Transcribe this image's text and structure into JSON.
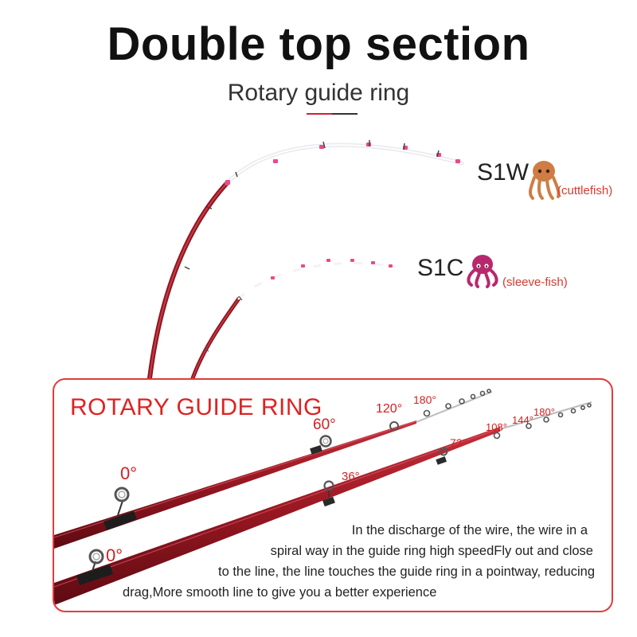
{
  "header": {
    "title": "Double top section",
    "subtitle": "Rotary guide ring",
    "accent_red": "#d41f2b",
    "accent_dark": "#333333"
  },
  "rods": {
    "s1w": {
      "model": "S1W",
      "species": "(cuttlefish)",
      "icon": "cuttlefish-icon",
      "icon_color": "#cf7d45"
    },
    "s1c": {
      "model": "S1C",
      "species": "(sleeve-fish)",
      "icon": "octopus-icon",
      "icon_color": "#b8286e"
    }
  },
  "panel": {
    "title": "ROTARY GUIDE RING",
    "border_color": "#e03c3c",
    "rod_color": "#a01a24",
    "upper_angles": [
      "0°",
      "60°",
      "120°",
      "180°"
    ],
    "lower_angles": [
      "0°",
      "36°",
      "72°",
      "108°",
      "144°",
      "180°"
    ],
    "description": [
      "In the discharge of the wire, the wire in a",
      "spiral way in the guide ring high speedFly out and close",
      "to the line, the line touches the guide ring in a pointway, reducing",
      "drag,More smooth line to give you a better experience"
    ]
  }
}
